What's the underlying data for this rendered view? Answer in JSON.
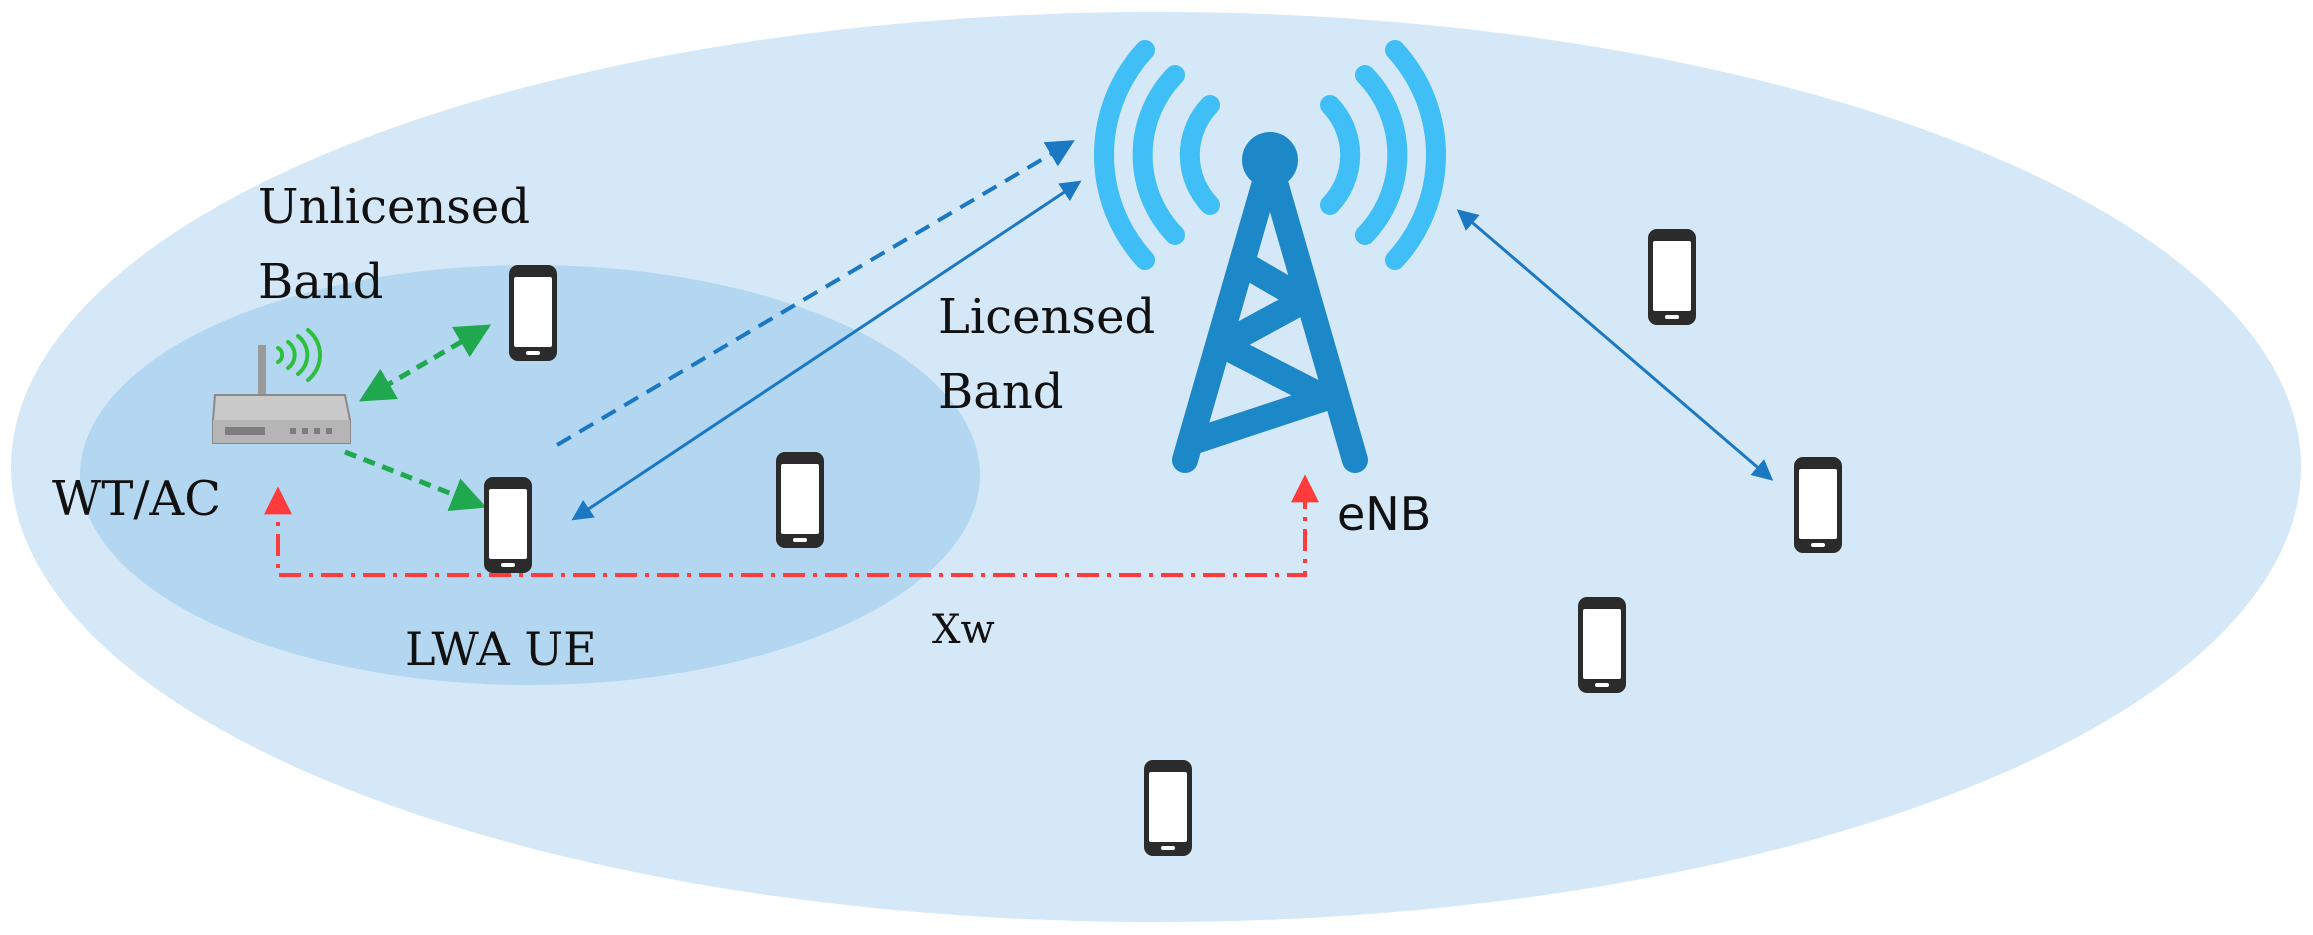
{
  "labels": {
    "unlicensed_line1": "Unlicensed",
    "unlicensed_line2": "Band",
    "licensed_line1": "Licensed",
    "licensed_line2": "Band",
    "wt_ac": "WT/AC",
    "enb": "eNB",
    "lwa_ue": "LWA UE",
    "xw": "Xw"
  },
  "nodes": {
    "wlan_termination": "router-icon",
    "base_station": "cell-tower-icon",
    "user_devices": "smartphone-icon"
  },
  "colors": {
    "outer_cell": "#d5e8f8",
    "inner_cell": "#b3d7f0",
    "tower": "#1d88c7",
    "tower_waves": "#3fbff5",
    "licensed_link": "#1b78c2",
    "unlicensed_link": "#1fa84d",
    "xw_interface": "#ff3b3b",
    "wifi_signal": "#2fbf3f"
  }
}
